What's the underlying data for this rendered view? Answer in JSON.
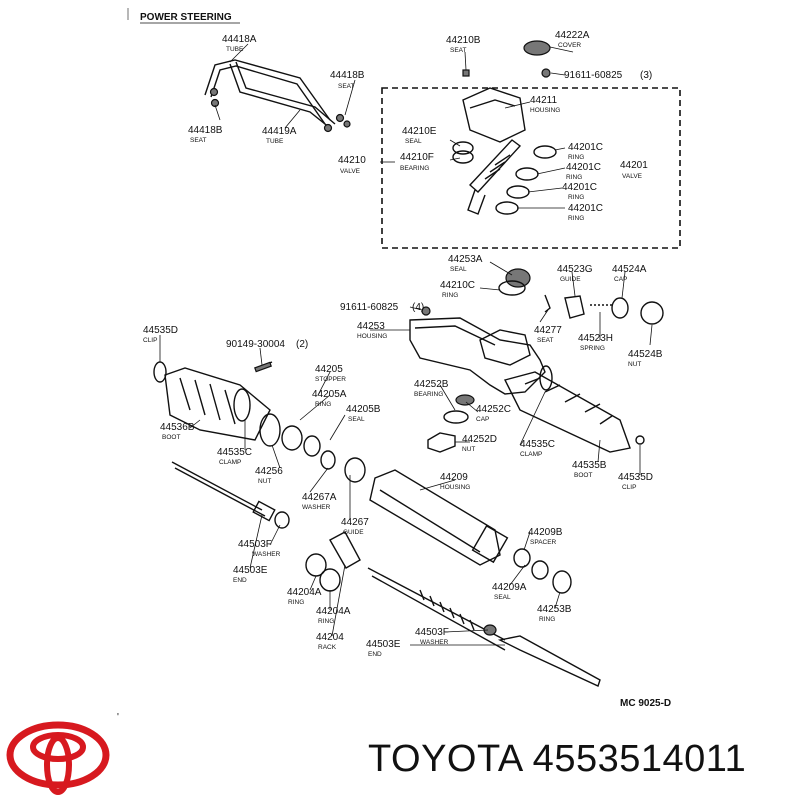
{
  "diagram": {
    "title": "POWER STEERING",
    "code": "MC 9025-D",
    "labels": [
      {
        "num": "44418A",
        "sub": "TUBE"
      },
      {
        "num": "44418B",
        "sub": "SEAT"
      },
      {
        "num": "44418B",
        "sub": "SEAT"
      },
      {
        "num": "44419A",
        "sub": "TUBE"
      },
      {
        "num": "44210B",
        "sub": "SEAT"
      },
      {
        "num": "44222A",
        "sub": "COVER"
      },
      {
        "num": "91611-60825",
        "sub": ""
      },
      {
        "num": "(3)",
        "sub": ""
      },
      {
        "num": "44211",
        "sub": "HOUSING"
      },
      {
        "num": "44210E",
        "sub": "SEAL"
      },
      {
        "num": "44210F",
        "sub": "BEARING"
      },
      {
        "num": "44210",
        "sub": "VALVE"
      },
      {
        "num": "44201C",
        "sub": "RING"
      },
      {
        "num": "44201C",
        "sub": "RING"
      },
      {
        "num": "44201C",
        "sub": "RING"
      },
      {
        "num": "44201C",
        "sub": "RING"
      },
      {
        "num": "44201",
        "sub": "VALVE"
      },
      {
        "num": "44253A",
        "sub": "SEAL"
      },
      {
        "num": "44210C",
        "sub": "RING"
      },
      {
        "num": "91611-60825",
        "sub": ""
      },
      {
        "num": "(4)",
        "sub": ""
      },
      {
        "num": "44253",
        "sub": "HOUSING"
      },
      {
        "num": "44523G",
        "sub": "GUIDE"
      },
      {
        "num": "44524A",
        "sub": "CAP"
      },
      {
        "num": "44277",
        "sub": "SEAT"
      },
      {
        "num": "44523H",
        "sub": "SPRING"
      },
      {
        "num": "44524B",
        "sub": "NUT"
      },
      {
        "num": "44535D",
        "sub": "CLIP"
      },
      {
        "num": "90149-30004",
        "sub": ""
      },
      {
        "num": "(2)",
        "sub": ""
      },
      {
        "num": "44205",
        "sub": "STOPPER"
      },
      {
        "num": "44205A",
        "sub": "RING"
      },
      {
        "num": "44205B",
        "sub": "SEAL"
      },
      {
        "num": "44252B",
        "sub": "BEARING"
      },
      {
        "num": "44252C",
        "sub": "CAP"
      },
      {
        "num": "44252D",
        "sub": "NUT"
      },
      {
        "num": "44535C",
        "sub": "CLAMP"
      },
      {
        "num": "44536B",
        "sub": "BOOT"
      },
      {
        "num": "44535C",
        "sub": "CLAMP"
      },
      {
        "num": "44256",
        "sub": "NUT"
      },
      {
        "num": "44535B",
        "sub": "BOOT"
      },
      {
        "num": "44535D",
        "sub": "CLIP"
      },
      {
        "num": "44209",
        "sub": "HOUSING"
      },
      {
        "num": "44267A",
        "sub": "WASHER"
      },
      {
        "num": "44267",
        "sub": "GUIDE"
      },
      {
        "num": "44503F",
        "sub": "WASHER"
      },
      {
        "num": "44503E",
        "sub": "END"
      },
      {
        "num": "44209B",
        "sub": "SPACER"
      },
      {
        "num": "44209A",
        "sub": "SEAL"
      },
      {
        "num": "44253B",
        "sub": "RING"
      },
      {
        "num": "44204A",
        "sub": "RING"
      },
      {
        "num": "44204A",
        "sub": "RING"
      },
      {
        "num": "44204",
        "sub": "RACK"
      },
      {
        "num": "44503F",
        "sub": "WASHER"
      },
      {
        "num": "44503E",
        "sub": "END"
      }
    ]
  },
  "brand": {
    "text": "TOYOTA 4553514011",
    "logo_color": "#d7191f"
  }
}
